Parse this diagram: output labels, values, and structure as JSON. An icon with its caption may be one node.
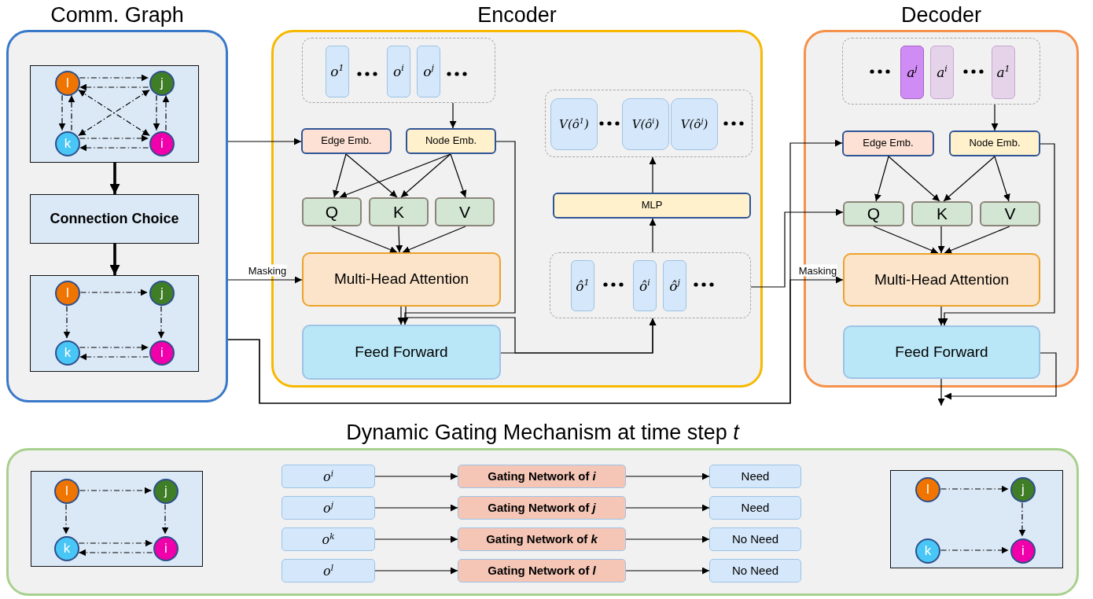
{
  "diagram": {
    "nodes": [
      {
        "text": [
          "Comm. Graph"
        ]
      },
      {
        "text": [],
        "shape": "box",
        "in": 0
      },
      {
        "text": [
          "l"
        ],
        "in": 1
      },
      {
        "text": [
          "j"
        ],
        "in": 1
      },
      {
        "text": [
          "k"
        ],
        "in": 1
      },
      {
        "text": [
          "i"
        ],
        "in": 1
      },
      {
        "text": [
          "Connection Choice"
        ],
        "in": 0
      },
      {
        "text": [],
        "shape": "box",
        "in": 0
      },
      {
        "text": [
          "l"
        ],
        "in": 7
      },
      {
        "text": [
          "j"
        ],
        "in": 7
      },
      {
        "text": [
          "k"
        ],
        "in": 7
      },
      {
        "text": [
          "i"
        ],
        "in": 7
      },
      {
        "text": [
          "Encoder"
        ]
      },
      {
        "text": [],
        "shape": "box",
        "in": 12
      },
      {
        "text": [
          "o$^{1}$"
        ],
        "in": 13
      },
      {
        "text": [
          "o$^{i}$"
        ],
        "in": 13
      },
      {
        "text": [
          "o$^{j}$"
        ],
        "in": 13
      },
      {
        "text": [
          "Edge Emb."
        ],
        "in": 12
      },
      {
        "text": [
          "Node Emb."
        ],
        "in": 12
      },
      {
        "text": [
          "Q"
        ],
        "in": 12
      },
      {
        "text": [
          "K"
        ],
        "in": 12
      },
      {
        "text": [
          "V"
        ],
        "in": 12
      },
      {
        "text": [
          "Multi-Head Attention"
        ],
        "in": 12
      },
      {
        "text": [
          "Feed Forward"
        ],
        "in": 12
      },
      {
        "text": [],
        "shape": "box",
        "in": 12
      },
      {
        "text": [
          "ô$^{1}$"
        ],
        "in": 24
      },
      {
        "text": [
          "ô$^{i}$"
        ],
        "in": 24
      },
      {
        "text": [
          "ô$^{j}$"
        ],
        "in": 24
      },
      {
        "text": [
          "MLP"
        ],
        "in": 12
      },
      {
        "text": [],
        "shape": "box",
        "in": 12
      },
      {
        "text": [
          "V(ô$^{1}$)"
        ],
        "in": 29
      },
      {
        "text": [
          "V(ô$^{i}$)"
        ],
        "in": 29
      },
      {
        "text": [
          "V(ô$^{j}$)"
        ],
        "in": 29
      },
      {
        "text": [
          "Decoder"
        ]
      },
      {
        "text": [],
        "shape": "box",
        "in": 33
      },
      {
        "text": [
          "a$^{j}$"
        ],
        "in": 34
      },
      {
        "text": [
          "a$^{i}$"
        ],
        "in": 34
      },
      {
        "text": [
          "a$^{1}$"
        ],
        "in": 34
      },
      {
        "text": [
          "Edge Emb."
        ],
        "in": 33
      },
      {
        "text": [
          "Node Emb."
        ],
        "in": 33
      },
      {
        "text": [
          "Q"
        ],
        "in": 33
      },
      {
        "text": [
          "K"
        ],
        "in": 33
      },
      {
        "text": [
          "V"
        ],
        "in": 33
      },
      {
        "text": [
          "Multi-Head Attention"
        ],
        "in": 33
      },
      {
        "text": [
          "Feed Forward"
        ],
        "in": 33
      },
      {
        "text": [
          "Dynamic Gating Mechanism at time step *t*"
        ]
      },
      {
        "text": [],
        "shape": "box",
        "in": 45
      },
      {
        "text": [
          "l"
        ],
        "in": 46
      },
      {
        "text": [
          "j"
        ],
        "in": 46
      },
      {
        "text": [
          "k"
        ],
        "in": 46
      },
      {
        "text": [
          "i"
        ],
        "in": 46
      },
      {
        "text": [
          "o$^{i}$"
        ],
        "in": 45
      },
      {
        "text": [
          "o$^{j}$"
        ],
        "in": 45
      },
      {
        "text": [
          "o$^{k}$"
        ],
        "in": 45
      },
      {
        "text": [
          "o$^{l}$"
        ],
        "in": 45
      },
      {
        "text": [
          "Gating Network of *i*"
        ],
        "in": 45
      },
      {
        "text": [
          "Gating Network of *j*"
        ],
        "in": 45
      },
      {
        "text": [
          "Gating Network of *k*"
        ],
        "in": 45
      },
      {
        "text": [
          "Gating Network of *l*"
        ],
        "in": 45
      },
      {
        "text": [
          "Need"
        ],
        "in": 45
      },
      {
        "text": [
          "Need"
        ],
        "in": 45
      },
      {
        "text": [
          "No Need"
        ],
        "in": 45
      },
      {
        "text": [
          "No Need"
        ],
        "in": 45
      },
      {
        "text": [],
        "shape": "box",
        "in": 45
      },
      {
        "text": [
          "l"
        ],
        "in": 63
      },
      {
        "text": [
          "j"
        ],
        "in": 63
      },
      {
        "text": [
          "k"
        ],
        "in": 63
      },
      {
        "text": [
          "i"
        ],
        "in": 63
      }
    ],
    "edges": [
      {
        "from": 2,
        "to": 3,
        "arrow": "to",
        "style": "dashed"
      },
      {
        "from": 3,
        "to": 2,
        "arrow": "to",
        "style": "dashed"
      },
      {
        "from": 2,
        "to": 4,
        "arrow": "to",
        "style": "dashed"
      },
      {
        "from": 4,
        "to": 2,
        "arrow": "to",
        "style": "dashed"
      },
      {
        "from": 4,
        "to": 5,
        "arrow": "to",
        "style": "dashed"
      },
      {
        "from": 5,
        "to": 4,
        "arrow": "to",
        "style": "dashed"
      },
      {
        "from": 3,
        "to": 5,
        "arrow": "to",
        "style": "dashed"
      },
      {
        "from": 5,
        "to": 3,
        "arrow": "to",
        "style": "dashed"
      },
      {
        "from": 2,
        "to": 5,
        "arrow": "both",
        "style": "dashed"
      },
      {
        "from": 3,
        "to": 4,
        "arrow": "both",
        "style": "dashed"
      },
      {
        "from": 1,
        "to": 6,
        "arrow": "to",
        "style": "thick"
      },
      {
        "from": 6,
        "to": 7,
        "arrow": "to",
        "style": "thick"
      },
      {
        "from": 8,
        "to": 9,
        "arrow": "to",
        "style": "dashed"
      },
      {
        "from": 8,
        "to": 10,
        "arrow": "to",
        "style": "dashed"
      },
      {
        "from": 9,
        "to": 11,
        "arrow": "to",
        "style": "dashed"
      },
      {
        "from": 10,
        "to": 11,
        "arrow": "to",
        "style": "dashed"
      },
      {
        "from": 11,
        "to": 10,
        "arrow": "to",
        "style": "dashed"
      },
      {
        "from": 0,
        "to": 17,
        "arrow": "to"
      },
      {
        "from": 0,
        "to": 22,
        "arrow": "to",
        "label": "Masking"
      },
      {
        "from": 0,
        "to": 38,
        "arrow": "to"
      },
      {
        "from": 0,
        "to": 43,
        "arrow": "to",
        "label": "Masking"
      },
      {
        "from": 13,
        "to": 18,
        "arrow": "to"
      },
      {
        "from": 17,
        "to": 19,
        "arrow": "to"
      },
      {
        "from": 17,
        "to": 20,
        "arrow": "to"
      },
      {
        "from": 18,
        "to": 19,
        "arrow": "to"
      },
      {
        "from": 18,
        "to": 20,
        "arrow": "to"
      },
      {
        "from": 18,
        "to": 21,
        "arrow": "to"
      },
      {
        "from": 19,
        "to": 22,
        "arrow": "to"
      },
      {
        "from": 20,
        "to": 22,
        "arrow": "to"
      },
      {
        "from": 21,
        "to": 22,
        "arrow": "to"
      },
      {
        "from": 22,
        "to": 23,
        "arrow": "to"
      },
      {
        "from": 18,
        "to": 23,
        "arrow": "to"
      },
      {
        "from": 22,
        "to": 24,
        "arrow": "to"
      },
      {
        "from": 23,
        "to": 24,
        "arrow": "to"
      },
      {
        "from": 24,
        "to": 28,
        "arrow": "to"
      },
      {
        "from": 28,
        "to": 29,
        "arrow": "to"
      },
      {
        "from": 24,
        "to": 40,
        "arrow": "to"
      },
      {
        "from": 34,
        "to": 39,
        "arrow": "to"
      },
      {
        "from": 38,
        "to": 40,
        "arrow": "to"
      },
      {
        "from": 38,
        "to": 41,
        "arrow": "to"
      },
      {
        "from": 39,
        "to": 41,
        "arrow": "to"
      },
      {
        "from": 39,
        "to": 42,
        "arrow": "to"
      },
      {
        "from": 40,
        "to": 43,
        "arrow": "to"
      },
      {
        "from": 41,
        "to": 43,
        "arrow": "to"
      },
      {
        "from": 42,
        "to": 43,
        "arrow": "to"
      },
      {
        "from": 43,
        "to": 44,
        "arrow": "to"
      },
      {
        "from": 39,
        "to": 44,
        "arrow": "to"
      },
      {
        "from": 44,
        "to": null,
        "arrow": "to"
      },
      {
        "from": 44,
        "to": null,
        "arrow": "to"
      },
      {
        "from": 51,
        "to": 55,
        "arrow": "to"
      },
      {
        "from": 52,
        "to": 56,
        "arrow": "to"
      },
      {
        "from": 53,
        "to": 57,
        "arrow": "to"
      },
      {
        "from": 54,
        "to": 58,
        "arrow": "to"
      },
      {
        "from": 55,
        "to": 59,
        "arrow": "to"
      },
      {
        "from": 56,
        "to": 60,
        "arrow": "to"
      },
      {
        "from": 57,
        "to": 61,
        "arrow": "to"
      },
      {
        "from": 58,
        "to": 62,
        "arrow": "to"
      },
      {
        "from": 47,
        "to": 48,
        "arrow": "to",
        "style": "dashed"
      },
      {
        "from": 47,
        "to": 49,
        "arrow": "to",
        "style": "dashed"
      },
      {
        "from": 48,
        "to": 50,
        "arrow": "to",
        "style": "dashed"
      },
      {
        "from": 49,
        "to": 50,
        "arrow": "to",
        "style": "dashed"
      },
      {
        "from": 50,
        "to": 49,
        "arrow": "to",
        "style": "dashed"
      },
      {
        "from": 64,
        "to": 65,
        "arrow": "to",
        "style": "dashed"
      },
      {
        "from": 65,
        "to": 67,
        "arrow": "to",
        "style": "dashed"
      },
      {
        "from": 66,
        "to": 67,
        "arrow": "to",
        "style": "dashed"
      }
    ]
  }
}
